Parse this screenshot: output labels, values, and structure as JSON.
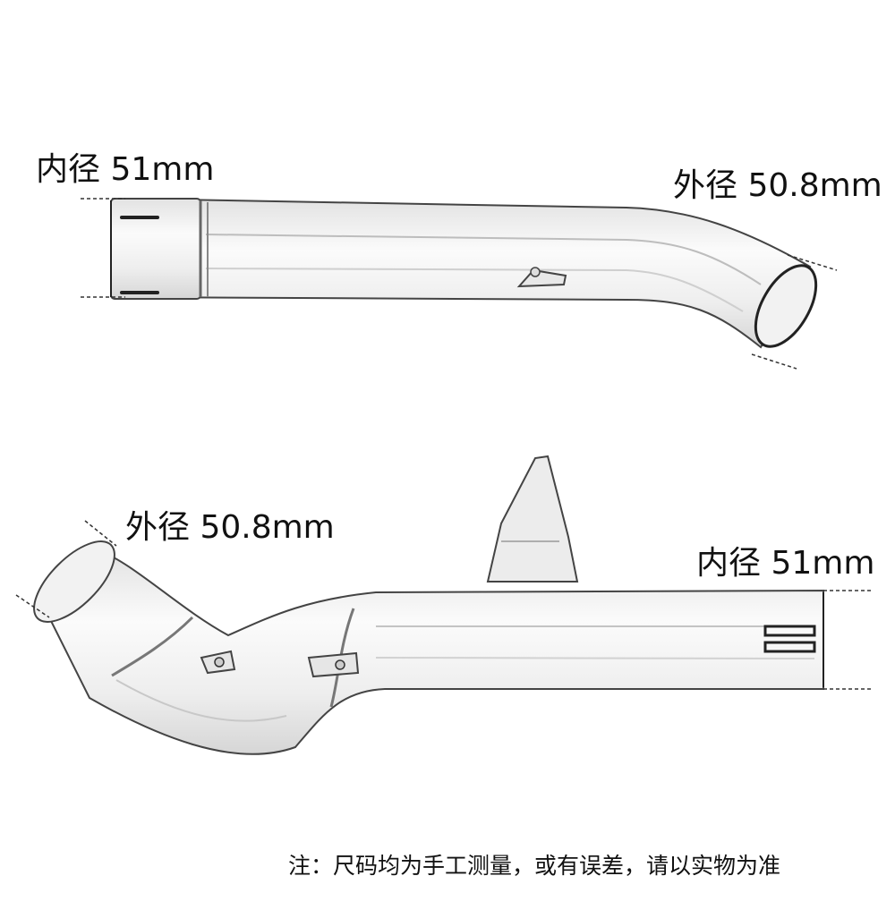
{
  "top_pipe": {
    "inner_label": "内径 51mm",
    "outer_label": "外径 50.8mm"
  },
  "bottom_pipe": {
    "outer_label": "外径 50.8mm",
    "inner_label": "内径 51mm"
  },
  "note": "注：尺码均为手工测量，或有误差，请以实物为准",
  "colors": {
    "background": "#ffffff",
    "pipe_outline": "#444444",
    "pipe_fill": "#f4f4f4",
    "text": "#111111"
  }
}
